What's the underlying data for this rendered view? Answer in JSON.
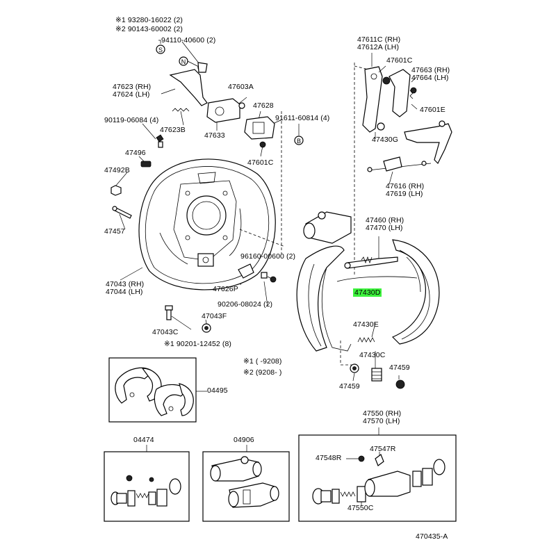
{
  "labels": {
    "p93280": "※1 93280-16022 (2)",
    "p90143": "※2 90143-60002 (2)",
    "p94110": "94110-40600 (2)",
    "p47623": "47623 (RH)",
    "p47624": "47624 (LH)",
    "p47603a": "47603A",
    "p47628": "47628",
    "p90119": "90119-06084 (4)",
    "p47623b": "47623B",
    "p47633": "47633",
    "p91611": "91611-60814 (4)",
    "p47496": "47496",
    "p47601c_a": "47601C",
    "p47492b": "47492B",
    "p47457": "47457",
    "p47043": "47043 (RH)",
    "p47044": "47044 (LH)",
    "p47626p": "47626P",
    "p96160": "96160-00600 (2)",
    "p90206": "90206-08024 (2)",
    "p47043c": "47043C",
    "p47043f": "47043F",
    "p90201": "※1 90201-12452 (8)",
    "p47611c": "47611C (RH)",
    "p47612a": "47612A (LH)",
    "p47601c_b": "47601C",
    "p47663": "47663 (RH)",
    "p47664": "47664 (LH)",
    "p47601e": "47601E",
    "p47430g": "47430G",
    "p47616": "47616 (RH)",
    "p47619": "47619 (LH)",
    "p47460": "47460 (RH)",
    "p47470": "47470 (LH)",
    "p47430d": "47430D",
    "p47430e": "47430E",
    "p47430c": "47430C",
    "p47459_a": "47459",
    "p47459_b": "47459",
    "foot1": "※1 (     -9208)",
    "foot2": "※2 (9208-     )",
    "p04495": "04495",
    "p04474": "04474",
    "p04906": "04906",
    "p47550": "47550 (RH)",
    "p47570": "47570 (LH)",
    "p47547r": "47547R",
    "p47548r": "47548R",
    "p47550c": "47550C",
    "ref": "470435-A"
  },
  "callouts": {
    "s": "S",
    "n": "N",
    "b": "B"
  },
  "highlight_color": "#3cf23c"
}
